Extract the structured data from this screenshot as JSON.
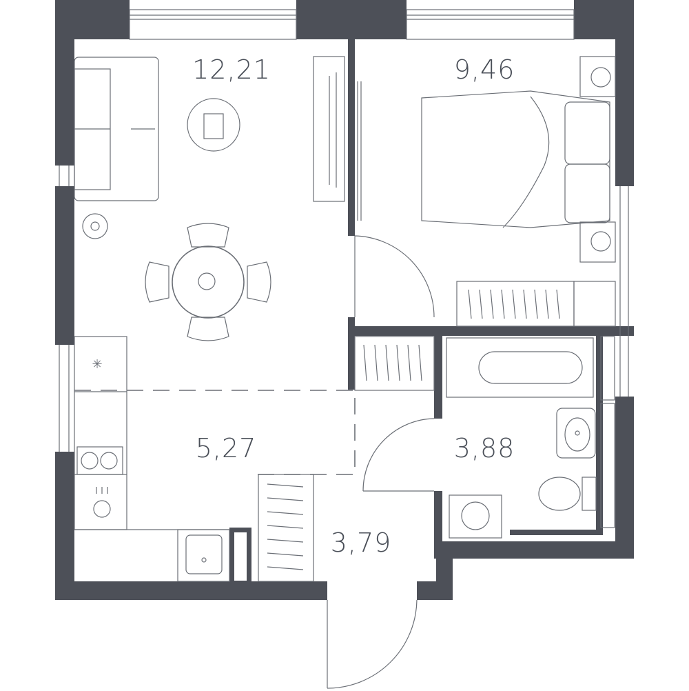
{
  "rooms": {
    "living_room": {
      "area": "12,21"
    },
    "bedroom": {
      "area": "9,46"
    },
    "kitchen": {
      "area": "5,27"
    },
    "bathroom": {
      "area": "3,88"
    },
    "hallway": {
      "area": "3,79"
    }
  },
  "colors": {
    "wall": "#4d5058",
    "line": "#6b6f76",
    "label": "#4a4f58",
    "background": "#ffffff"
  }
}
